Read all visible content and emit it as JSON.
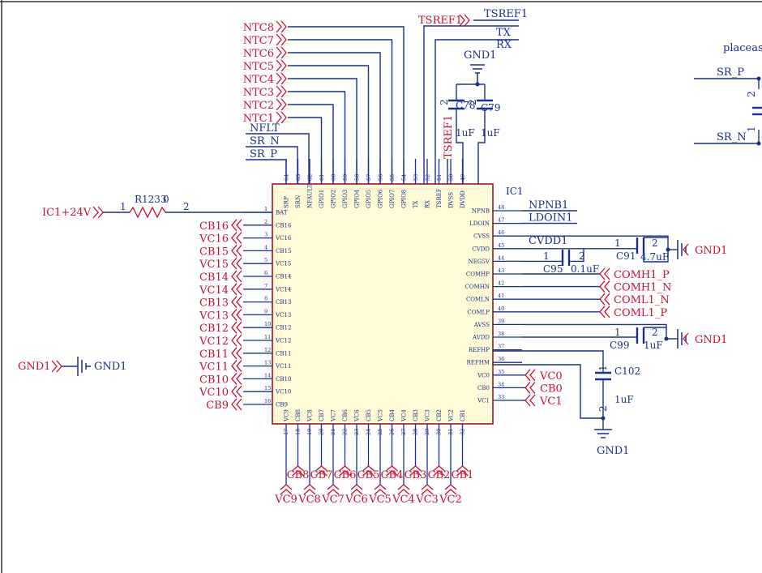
{
  "chip": {
    "ref": "IC1",
    "left_pins": [
      {
        "num": "1",
        "name": "BAT",
        "net": ""
      },
      {
        "num": "2",
        "name": "CB16",
        "net": "CB16"
      },
      {
        "num": "3",
        "name": "VC16",
        "net": "VC16"
      },
      {
        "num": "4",
        "name": "CB15",
        "net": "CB15"
      },
      {
        "num": "5",
        "name": "VC15",
        "net": "VC15"
      },
      {
        "num": "6",
        "name": "CB14",
        "net": "CB14"
      },
      {
        "num": "7",
        "name": "VC14",
        "net": "VC14"
      },
      {
        "num": "8",
        "name": "CB13",
        "net": "CB13"
      },
      {
        "num": "9",
        "name": "VC13",
        "net": "VC13"
      },
      {
        "num": "10",
        "name": "CB12",
        "net": "CB12"
      },
      {
        "num": "11",
        "name": "VC12",
        "net": "VC12"
      },
      {
        "num": "12",
        "name": "CB11",
        "net": "CB11"
      },
      {
        "num": "13",
        "name": "VC11",
        "net": "VC11"
      },
      {
        "num": "14",
        "name": "CB10",
        "net": "CB10"
      },
      {
        "num": "15",
        "name": "VC10",
        "net": "VC10"
      },
      {
        "num": "16",
        "name": "CB9",
        "net": "CB9"
      }
    ],
    "bottom_pins": [
      {
        "num": "17",
        "name": "VC9",
        "net": "VC9",
        "row": 2
      },
      {
        "num": "18",
        "name": "CB8",
        "net": "CB8",
        "row": 1
      },
      {
        "num": "19",
        "name": "VC8",
        "net": "VC8",
        "row": 2
      },
      {
        "num": "20",
        "name": "CB7",
        "net": "CB7",
        "row": 1
      },
      {
        "num": "21",
        "name": "VC7",
        "net": "VC7",
        "row": 2
      },
      {
        "num": "22",
        "name": "CB6",
        "net": "CB6",
        "row": 1
      },
      {
        "num": "23",
        "name": "VC6",
        "net": "VC6",
        "row": 2
      },
      {
        "num": "24",
        "name": "CB5",
        "net": "CB5",
        "row": 1
      },
      {
        "num": "25",
        "name": "VC5",
        "net": "VC5",
        "row": 2
      },
      {
        "num": "26",
        "name": "CB4",
        "net": "CB4",
        "row": 1
      },
      {
        "num": "27",
        "name": "VC4",
        "net": "VC4",
        "row": 2
      },
      {
        "num": "28",
        "name": "CB3",
        "net": "CB3",
        "row": 1
      },
      {
        "num": "29",
        "name": "VC3",
        "net": "VC3",
        "row": 2
      },
      {
        "num": "30",
        "name": "CB2",
        "net": "CB2",
        "row": 1
      },
      {
        "num": "31",
        "name": "VC2",
        "net": "VC2",
        "row": 2
      },
      {
        "num": "32",
        "name": "CB1",
        "net": "CB1",
        "row": 1
      }
    ],
    "right_pins": [
      {
        "num": "48",
        "name": "NPNB"
      },
      {
        "num": "47",
        "name": "LDOIN"
      },
      {
        "num": "46",
        "name": "CVSS"
      },
      {
        "num": "45",
        "name": "CVDD"
      },
      {
        "num": "44",
        "name": "NEG5V"
      },
      {
        "num": "43",
        "name": "COMHP"
      },
      {
        "num": "42",
        "name": "COMHN"
      },
      {
        "num": "41",
        "name": "COMLN"
      },
      {
        "num": "40",
        "name": "COMLP"
      },
      {
        "num": "39",
        "name": "AVSS"
      },
      {
        "num": "38",
        "name": "AVDD"
      },
      {
        "num": "37",
        "name": "REFHP"
      },
      {
        "num": "36",
        "name": "REFHM"
      },
      {
        "num": "35",
        "name": "VC0"
      },
      {
        "num": "34",
        "name": "CB0"
      },
      {
        "num": "33",
        "name": "VC1"
      }
    ],
    "top_pins": [
      {
        "num": "64",
        "name": "SRP"
      },
      {
        "num": "63",
        "name": "SRN"
      },
      {
        "num": "62",
        "name": "NFAULT"
      },
      {
        "num": "61",
        "name": "GPIO1"
      },
      {
        "num": "60",
        "name": "GPIO2"
      },
      {
        "num": "59",
        "name": "GPIO3"
      },
      {
        "num": "58",
        "name": "GPIO4"
      },
      {
        "num": "57",
        "name": "GPIO5"
      },
      {
        "num": "56",
        "name": "GPIO6"
      },
      {
        "num": "55",
        "name": "GPIO7"
      },
      {
        "num": "54",
        "name": "GPIO8"
      },
      {
        "num": "53",
        "name": "TX"
      },
      {
        "num": "52",
        "name": "RX"
      },
      {
        "num": "51",
        "name": "TSREF"
      },
      {
        "num": "50",
        "name": "DVSS"
      },
      {
        "num": "49",
        "name": "DVDD"
      }
    ]
  },
  "top_nets": {
    "ntc": [
      "NTC8",
      "NTC7",
      "NTC6",
      "NTC5",
      "NTC4",
      "NTC3",
      "NTC2",
      "NTC1"
    ],
    "nflt": "NFLT",
    "sr_n": "SR_N",
    "sr_p": "SR_P",
    "tsref_port": "TSREF1",
    "tsref_label": "TSREF1",
    "tsref_vertical": "TSREF1",
    "tx": "TX",
    "rx": "RX",
    "gnd": "GND1"
  },
  "right_nets": {
    "npnb": "NPNB1",
    "ldoin": "LDOIN1",
    "cvdd": "CVDD1",
    "comhp": "COMH1_P",
    "comhn": "COMH1_N",
    "comln": "COML1_N",
    "comlp": "COML1_P",
    "vc0": "VC0",
    "cb0": "CB0",
    "vc1": "VC1",
    "gnd_c91": "GND1",
    "gnd_c99": "GND1",
    "gnd_c102": "GND1"
  },
  "left_nets": {
    "supply": "IC1+24V",
    "gnd_left": "GND1",
    "gnd_right": "GND1"
  },
  "components": {
    "r1233": {
      "ref": "R1233",
      "value": "0",
      "pin1": "1",
      "pin2": "2"
    },
    "c78": {
      "ref": "C78",
      "value": "1uF",
      "pin1": "1",
      "pin2": "2"
    },
    "c79": {
      "ref": "C79",
      "value": "1uF"
    },
    "c91": {
      "ref": "C91",
      "value": "4.7uF",
      "pin1": "1",
      "pin2": "2"
    },
    "c95": {
      "ref": "C95",
      "value": "0.1uF",
      "pin1": "1",
      "pin2": "2"
    },
    "c99": {
      "ref": "C99",
      "value": "1uF",
      "pin1": "1",
      "pin2": "2"
    },
    "c102": {
      "ref": "C102",
      "value": "1uF",
      "pin1": "1",
      "pin2": "2"
    }
  },
  "corner": {
    "note": "placeas",
    "sr_p": "SR_P",
    "sr_n": "SR_N",
    "pin_top": "2",
    "pin_bottom": "1"
  },
  "colors": {
    "wire": "#1b2f8c",
    "net_label": "#c8102e",
    "chip_fill": "#fffbd6",
    "chip_border": "#a0102a"
  }
}
